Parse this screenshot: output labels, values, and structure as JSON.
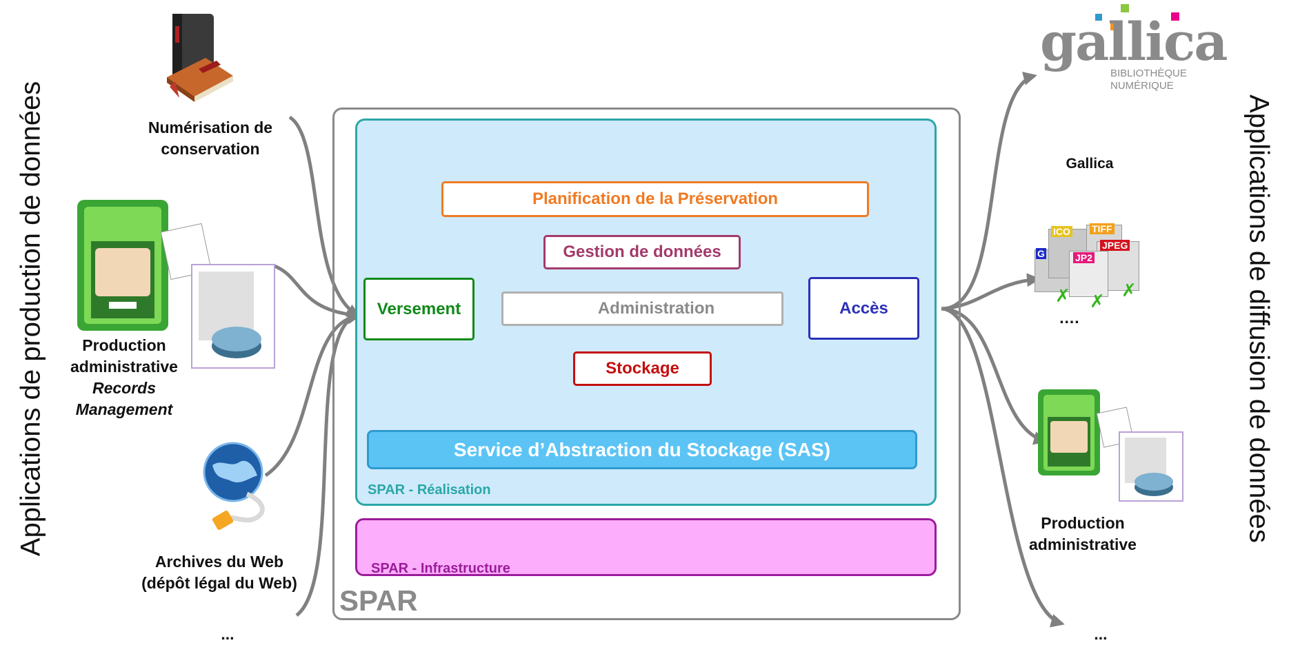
{
  "titles": {
    "left": "Applications de production de données",
    "right": "Applications de diffusion de données"
  },
  "producers": {
    "numerisation": "Numérisation de conservation",
    "production_line1": "Production",
    "production_line2": "administrative",
    "production_line3": "Records",
    "production_line4": "Management",
    "archives_line1": "Archives du Web",
    "archives_line2": "(dépôt légal du Web)",
    "more": "..."
  },
  "consumers": {
    "gallica": "Gallica",
    "formats_more": "….",
    "production_line1": "Production",
    "production_line2": "administrative",
    "more": "..."
  },
  "logo": {
    "text": "gallica",
    "sub1": "BIBLIOTHÈQUE",
    "sub2": "NUMÉRIQUE",
    "square_colors": [
      "#8dc63f",
      "#f7941d",
      "#2e9ad0",
      "#ec008c"
    ]
  },
  "file_formats": [
    "ICO",
    "TIFF",
    "JPEG",
    "JP2",
    "G"
  ],
  "spar": {
    "label": "SPAR",
    "realisation_label": "SPAR - Réalisation",
    "infrastructure_label": "SPAR - Infrastructure",
    "modules": {
      "planification": "Planification de la Préservation",
      "gestion": "Gestion de données",
      "administration": "Administration",
      "versement": "Versement",
      "acces": "Accès",
      "stockage": "Stockage",
      "sas": "Service d’Abstraction du Stockage (SAS)"
    }
  },
  "colors": {
    "realisation_bg": "#cfeafa",
    "realisation_border": "#2aa7a7",
    "infrastructure_bg": "#fcaefc",
    "infrastructure_border": "#9b1b9b",
    "planification": "#f07a23",
    "gestion": "#a33a6b",
    "administration": "#8a8a8a",
    "versement": "#11891a",
    "acces": "#2b2fb8",
    "stockage": "#c40e0e",
    "sas": "#5cc4f5",
    "arrow": "#808080"
  }
}
